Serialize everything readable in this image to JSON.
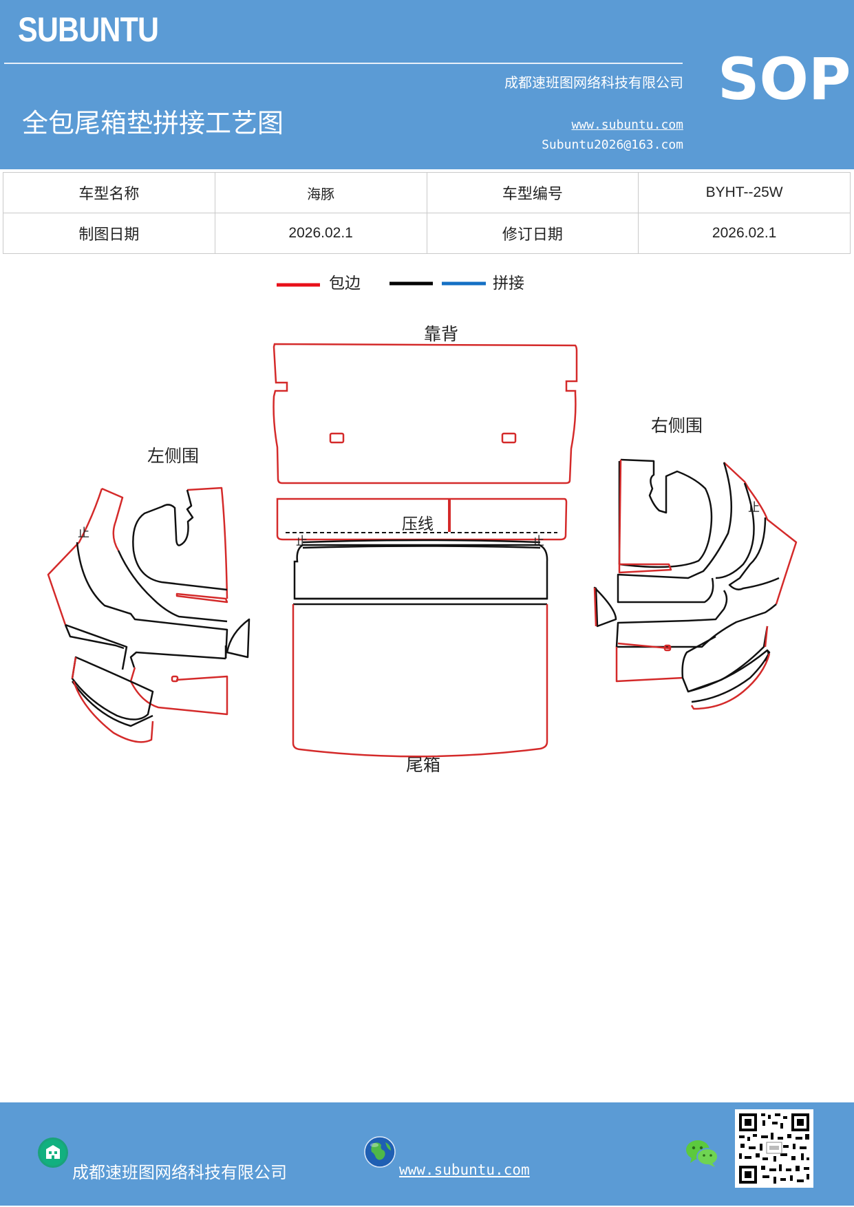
{
  "header": {
    "brand": "SUBUNTU",
    "company": "成都速班图网络科技有限公司",
    "title": "全包尾箱垫拼接工艺图",
    "website": "www.subuntu.com",
    "email": "Subuntu2026@163.com",
    "badge": "SOP",
    "bg_color": "#5b9bd5"
  },
  "info_table": {
    "row1": {
      "label1": "车型名称",
      "value1": "海豚",
      "label2": "车型编号",
      "value2": "BYHT--25W"
    },
    "row2": {
      "label1": "制图日期",
      "value1": "2026.02.1",
      "label2": "修订日期",
      "value2": "2026.02.1"
    }
  },
  "legend": {
    "items": [
      {
        "label": "包边",
        "color": "#e8101a"
      },
      {
        "label": "",
        "color": "#000000"
      },
      {
        "label": "拼接",
        "color": "#1570c4"
      }
    ]
  },
  "drawing": {
    "labels": {
      "backrest": "靠背",
      "left_side": "左侧围",
      "right_side": "右侧围",
      "crease_line": "压线",
      "trunk": "尾箱",
      "stop_mark": "止"
    },
    "colors": {
      "edge": "#d42a2a",
      "seam": "#111111"
    }
  },
  "footer": {
    "company": "成都速班图网络科技有限公司",
    "website": "www.subuntu.com",
    "bg_color": "#5b9bd5",
    "icons": [
      "building-icon",
      "globe-icon",
      "wechat-icon",
      "qr-code"
    ]
  }
}
